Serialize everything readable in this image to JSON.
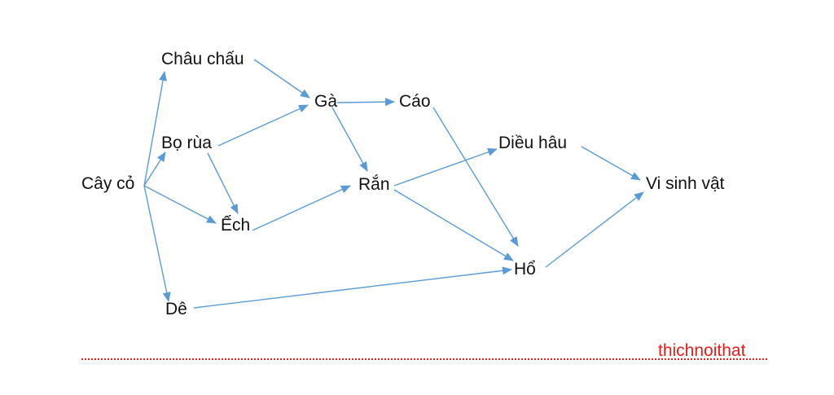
{
  "diagram": {
    "nodes": [
      {
        "id": "cay_co",
        "label": "Cây cỏ"
      },
      {
        "id": "chau_chau",
        "label": "Châu chấu"
      },
      {
        "id": "bo_rua",
        "label": "Bọ rùa"
      },
      {
        "id": "ech",
        "label": "Ếch"
      },
      {
        "id": "de",
        "label": "Dê"
      },
      {
        "id": "ga",
        "label": "Gà"
      },
      {
        "id": "cao",
        "label": "Cáo"
      },
      {
        "id": "ran",
        "label": "Rắn"
      },
      {
        "id": "dieu_hau",
        "label": "Diều hâu"
      },
      {
        "id": "ho",
        "label": "Hổ"
      },
      {
        "id": "vi_sinh_vat",
        "label": "Vi sinh vật"
      }
    ],
    "edges": [
      {
        "from": "cay_co",
        "to": "chau_chau"
      },
      {
        "from": "cay_co",
        "to": "bo_rua"
      },
      {
        "from": "cay_co",
        "to": "ech"
      },
      {
        "from": "cay_co",
        "to": "de"
      },
      {
        "from": "chau_chau",
        "to": "ga"
      },
      {
        "from": "bo_rua",
        "to": "ga"
      },
      {
        "from": "bo_rua",
        "to": "ech"
      },
      {
        "from": "ga",
        "to": "cao"
      },
      {
        "from": "ga",
        "to": "ran"
      },
      {
        "from": "ech",
        "to": "ran"
      },
      {
        "from": "cao",
        "to": "ho"
      },
      {
        "from": "ran",
        "to": "dieu_hau"
      },
      {
        "from": "ran",
        "to": "ho"
      },
      {
        "from": "de",
        "to": "ho"
      },
      {
        "from": "dieu_hau",
        "to": "vi_sinh_vat"
      },
      {
        "from": "ho",
        "to": "vi_sinh_vat"
      }
    ],
    "arrow_color": "#5b9bd5"
  },
  "watermark": {
    "text": "thichnoithat",
    "color": "#e0201c"
  }
}
